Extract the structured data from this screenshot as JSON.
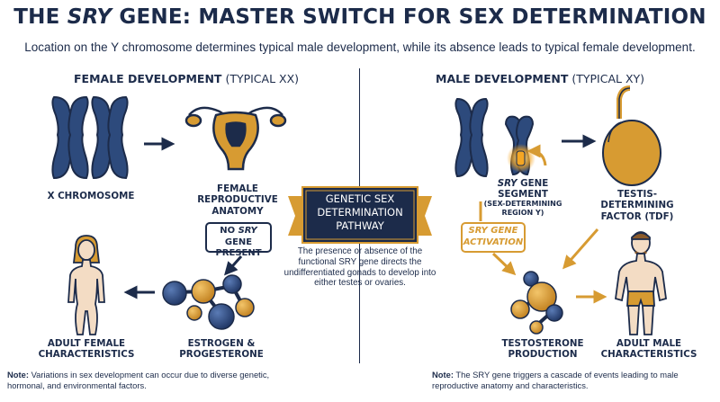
{
  "title": {
    "before": "THE ",
    "gene": "SRY",
    "after": " GENE: MASTER SWITCH FOR SEX DETERMINATION"
  },
  "subtitle": "Location on the Y chromosome determines typical male development, while its absence leads to typical female development.",
  "female": {
    "header_main": "FEMALE DEVELOPMENT",
    "header_sub": "(TYPICAL XX)",
    "x_chromosome": "X CHROMOSOME",
    "reproductive_line1": "FEMALE REPRODUCTIVE",
    "reproductive_line2": "ANATOMY",
    "badge_line1_pre": "NO ",
    "badge_gene": "SRY",
    "badge_line1_post": " GENE",
    "badge_line2": "PRESENT",
    "hormone_line1": "ESTROGEN &",
    "hormone_line2": "PROGESTERONE",
    "adult_line1": "ADULT FEMALE",
    "adult_line2": "CHARACTERISTICS"
  },
  "male": {
    "header_main": "MALE DEVELOPMENT",
    "header_sub": "(TYPICAL XY)",
    "segment_gene": "SRY",
    "segment_line1_post": " GENE",
    "segment_line2": "SEGMENT",
    "segment_small1": "(SEX-DETERMINING",
    "segment_small2": "REGION Y)",
    "tdf_line1": "TESTIS-DETERMINING",
    "tdf_line2": "FACTOR (TDF)",
    "badge_line1_post": " GENE",
    "badge_line2": "ACTIVATION",
    "hormone_line1": "TESTOSTERONE",
    "hormone_line2": "PRODUCTION",
    "adult_line1": "ADULT MALE",
    "adult_line2": "CHARACTERISTICS"
  },
  "center": {
    "banner_line1": "GENETIC SEX",
    "banner_line2": "DETERMINATION",
    "banner_line3": "PATHWAY",
    "description": "The presence or absence of the functional SRY gene directs the undifferentiated gonads to develop into either testes or ovaries."
  },
  "notes": {
    "label": "Note:",
    "left": " Variations in sex development can occur due to diverse genetic, hormonal, and environmental factors.",
    "right": " The SRY gene triggers a cascade of events leading to male reproductive anatomy and characteristics."
  },
  "colors": {
    "navy": "#1c2b4a",
    "chromosome_blue": "#2d4a7c",
    "gold": "#d79b32",
    "skin": "#f3dcc4"
  }
}
